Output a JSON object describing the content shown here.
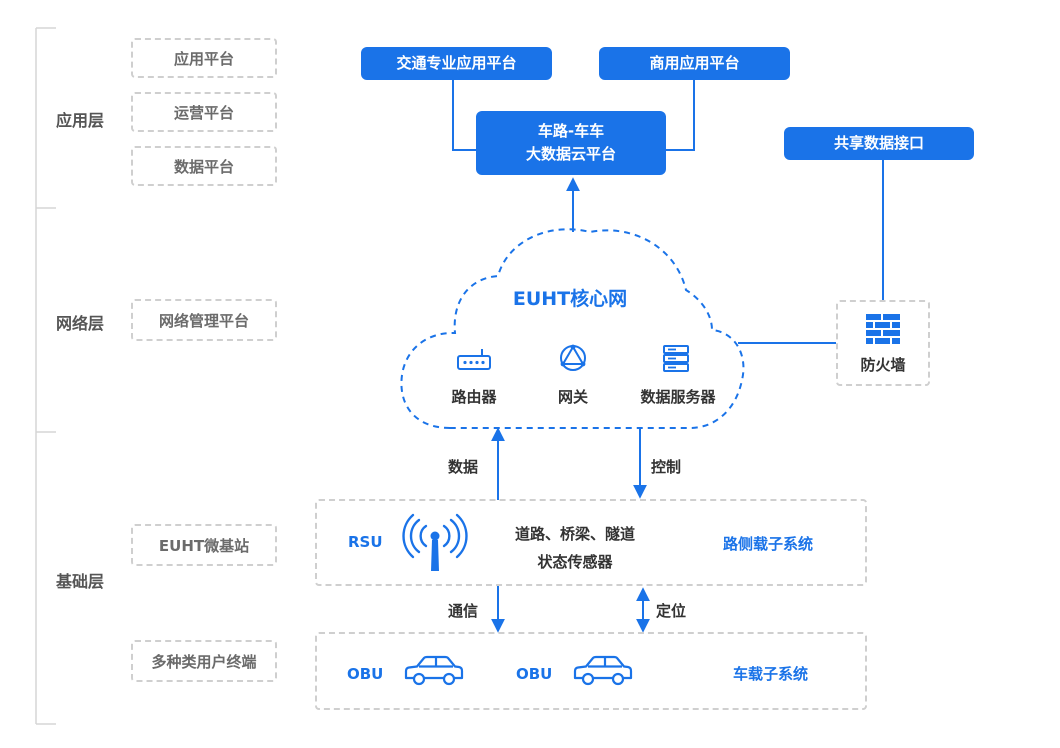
{
  "layers": {
    "application": "应用层",
    "network": "网络层",
    "foundation": "基础层"
  },
  "platforms": {
    "app_platform": "应用平台",
    "ops_platform": "运营平台",
    "data_platform": "数据平台",
    "network_mgmt": "网络管理平台",
    "euht_station": "EUHT微基站",
    "user_terminals": "多种类用户终端"
  },
  "top": {
    "traffic_platform": "交通专业应用平台",
    "commercial_platform": "商用应用平台",
    "cloud_line1": "车路-车车",
    "cloud_line2": "大数据云平台",
    "shared_interface": "共享数据接口"
  },
  "core": {
    "title": "EUHT核心网",
    "router": "路由器",
    "gateway": "网关",
    "data_server": "数据服务器",
    "firewall": "防火墙"
  },
  "flows": {
    "data": "数据",
    "control": "控制",
    "comm": "通信",
    "positioning": "定位"
  },
  "roadside": {
    "rsu": "RSU",
    "sensor_line1": "道路、桥梁、隧道",
    "sensor_line2": "状态传感器",
    "system": "路侧载子系统"
  },
  "vehicle": {
    "obu1": "OBU",
    "obu2": "OBU",
    "system": "车载子系统"
  },
  "colors": {
    "accent": "#1a73e8",
    "dashed_border": "#cfcfcf",
    "layer_line": "#d6d6d6"
  }
}
